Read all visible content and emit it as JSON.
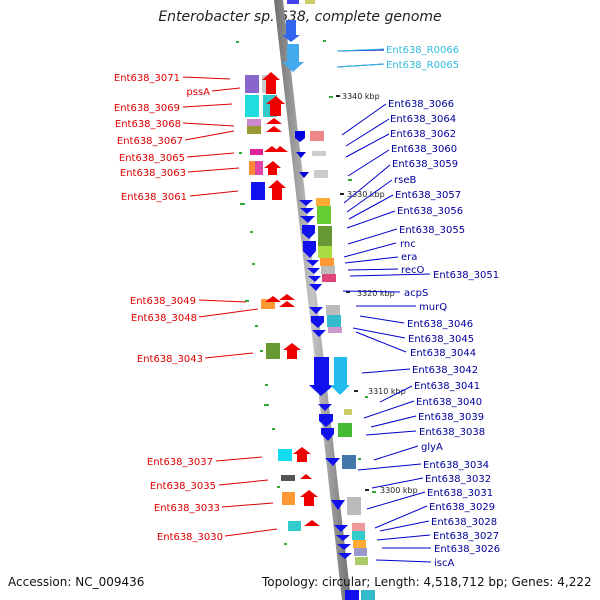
{
  "title": "Enterobacter sp. 638, complete genome",
  "accession": "Accession: NC_009436",
  "summary": "Topology: circular; Length: 4,518,712 bp; Genes: 4,222",
  "colors": {
    "left_label": "#dd0000",
    "right_label": "#000099",
    "rna_label": "#33bbdd",
    "leader": "#0000cc",
    "backbone": "#8c8c8c"
  },
  "ticks": [
    "3340 kbp",
    "3330 kbp",
    "3320 kbp",
    "3310 kbp",
    "3300 kbp"
  ],
  "left_genes": [
    "Ent638_3071",
    "pssA",
    "Ent638_3069",
    "Ent638_3068",
    "Ent638_3067",
    "Ent638_3065",
    "Ent638_3063",
    "Ent638_3061",
    "Ent638_3049",
    "Ent638_3048",
    "Ent638_3043",
    "Ent638_3037",
    "Ent638_3035",
    "Ent638_3033",
    "Ent638_3030"
  ],
  "right_genes": [
    "Ent638_R0066",
    "Ent638_R0065",
    "Ent638_3066",
    "Ent638_3064",
    "Ent638_3062",
    "Ent638_3060",
    "Ent638_3059",
    "rseB",
    "Ent638_3057",
    "Ent638_3056",
    "Ent638_3055",
    "rnc",
    "era",
    "recO",
    "Ent638_3051",
    "acpS",
    "murQ",
    "Ent638_3046",
    "Ent638_3045",
    "Ent638_3044",
    "Ent638_3042",
    "Ent638_3041",
    "Ent638_3040",
    "Ent638_3039",
    "Ent638_3038",
    "glyA",
    "Ent638_3034",
    "Ent638_3032",
    "Ent638_3031",
    "Ent638_3029",
    "Ent638_3028",
    "Ent638_3027",
    "Ent638_3026",
    "iscA"
  ]
}
